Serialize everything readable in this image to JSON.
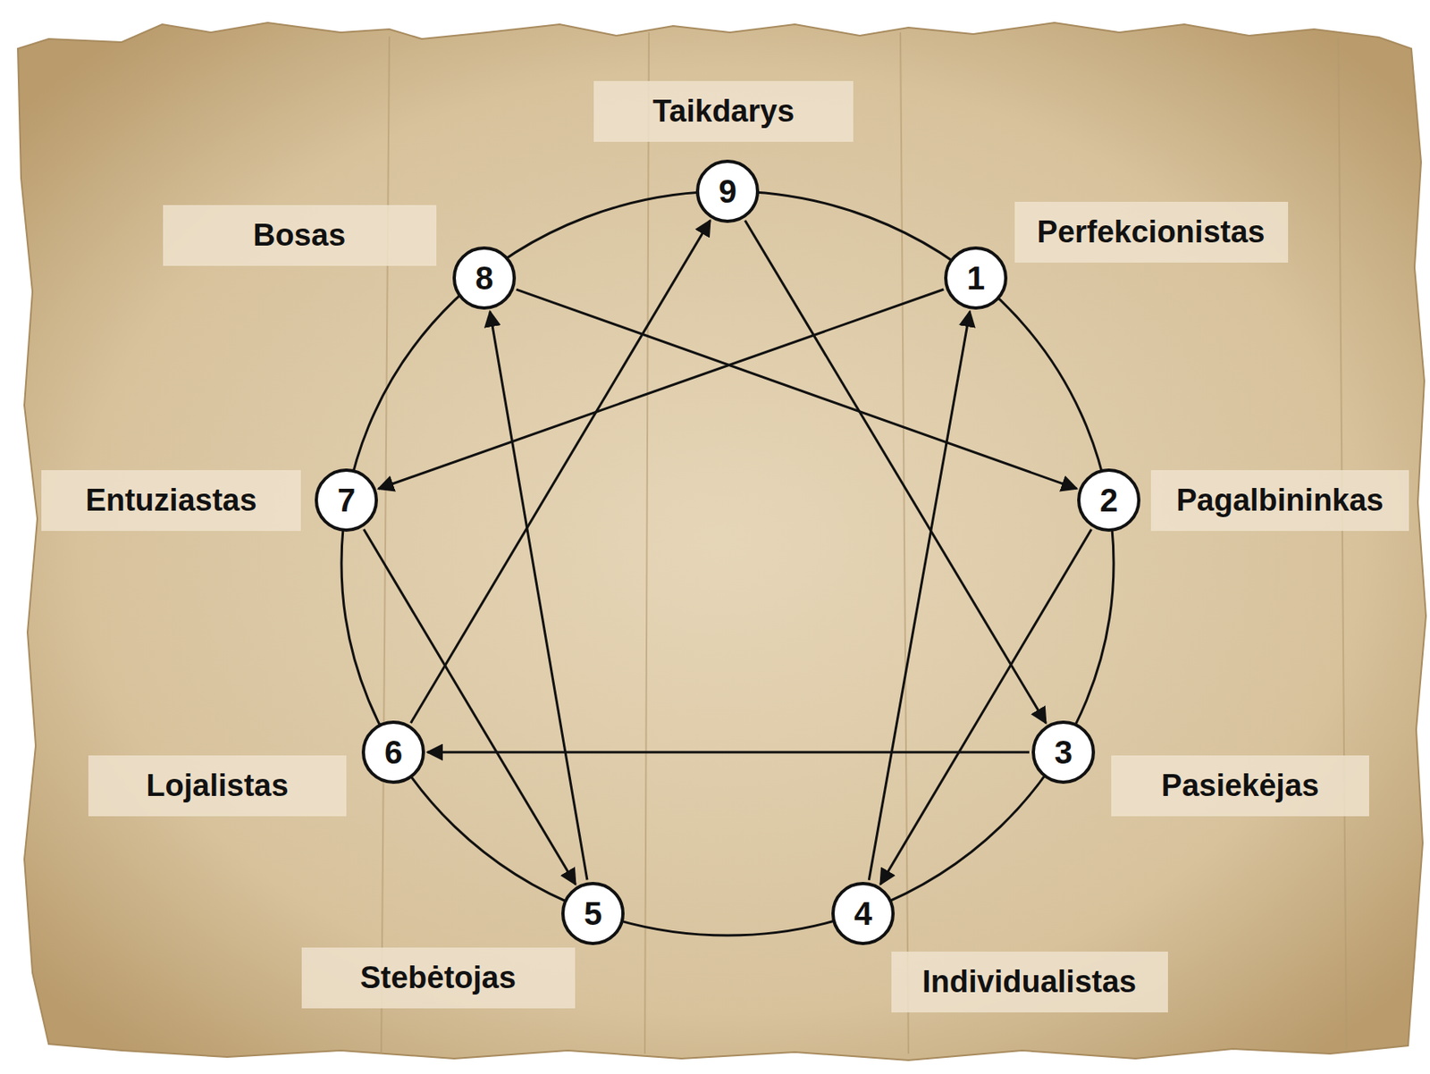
{
  "diagram": {
    "nodes": [
      {
        "text": [
          "Taikdarys"
        ]
      },
      {
        "text": [
          "9"
        ]
      },
      {
        "text": [
          "Bosas"
        ]
      },
      {
        "text": [
          "Perfekcionistas"
        ]
      },
      {
        "text": [
          "8"
        ]
      },
      {
        "text": [
          "1"
        ]
      },
      {
        "text": [
          "Entuziastas"
        ]
      },
      {
        "text": [
          "7"
        ]
      },
      {
        "text": [
          "2"
        ]
      },
      {
        "text": [
          "Pagalbininkas"
        ]
      },
      {
        "text": [
          "6"
        ]
      },
      {
        "text": [
          "3"
        ]
      },
      {
        "text": [
          "Lojalistas"
        ]
      },
      {
        "text": [
          "Pasiekėjas"
        ]
      },
      {
        "text": [
          "5"
        ]
      },
      {
        "text": [
          "4"
        ]
      },
      {
        "text": [
          "Stebėtojas"
        ]
      },
      {
        "text": [
          "Individualistas"
        ]
      }
    ],
    "edges": [
      {
        "from": 5,
        "to": 7,
        "arrow": "to"
      },
      {
        "from": 7,
        "to": 14,
        "arrow": "to"
      },
      {
        "from": 14,
        "to": 4,
        "arrow": "to"
      },
      {
        "from": 4,
        "to": 8,
        "arrow": "to"
      },
      {
        "from": 8,
        "to": 15,
        "arrow": "to"
      },
      {
        "from": 15,
        "to": 5,
        "arrow": "to"
      },
      {
        "from": 11,
        "to": 10,
        "arrow": "to"
      },
      {
        "from": 10,
        "to": 1,
        "arrow": "to"
      },
      {
        "from": 1,
        "to": 11,
        "arrow": "to"
      }
    ]
  }
}
